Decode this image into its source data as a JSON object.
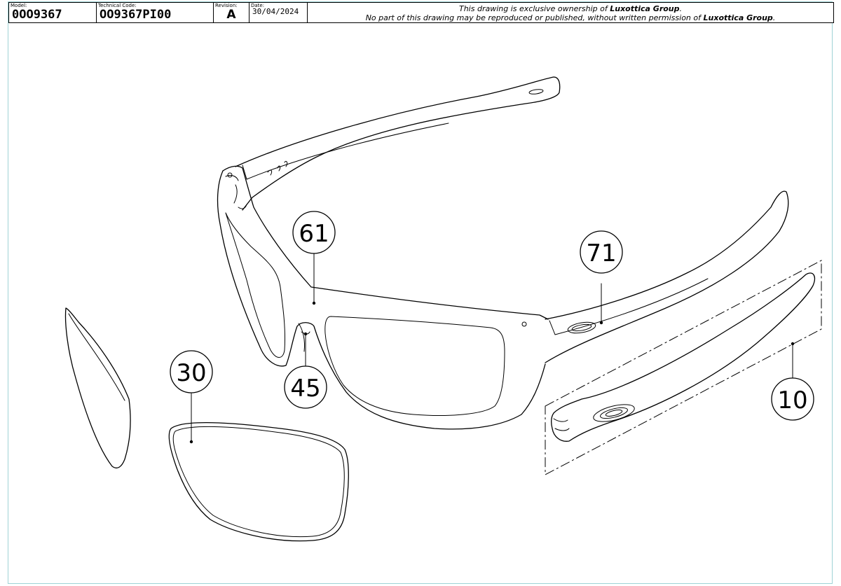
{
  "title_block": {
    "model_label": "Model:",
    "model": "0OO9367",
    "technical_code_label": "Technical Code:",
    "technical_code": "OO9367PI00",
    "revision_label": "Revision:",
    "revision": "A",
    "date_label": "Date:",
    "date": "30/04/2024",
    "notice_line1_prefix": "This drawing is exclusive ownership of ",
    "notice_line1_bold": "Luxottica Group",
    "notice_line1_suffix": ".",
    "notice_line2_prefix": "No part of this drawing may be reproduced or published, without written permission of ",
    "notice_line2_bold": "Luxottica Group",
    "notice_line2_suffix": "."
  },
  "callouts": [
    {
      "id": "61",
      "label": "61"
    },
    {
      "id": "71",
      "label": "71"
    },
    {
      "id": "45",
      "label": "45"
    },
    {
      "id": "30",
      "label": "30"
    },
    {
      "id": "10",
      "label": "10"
    }
  ],
  "colors": {
    "frame_border": "#9fd3d6",
    "ink": "#000000"
  }
}
